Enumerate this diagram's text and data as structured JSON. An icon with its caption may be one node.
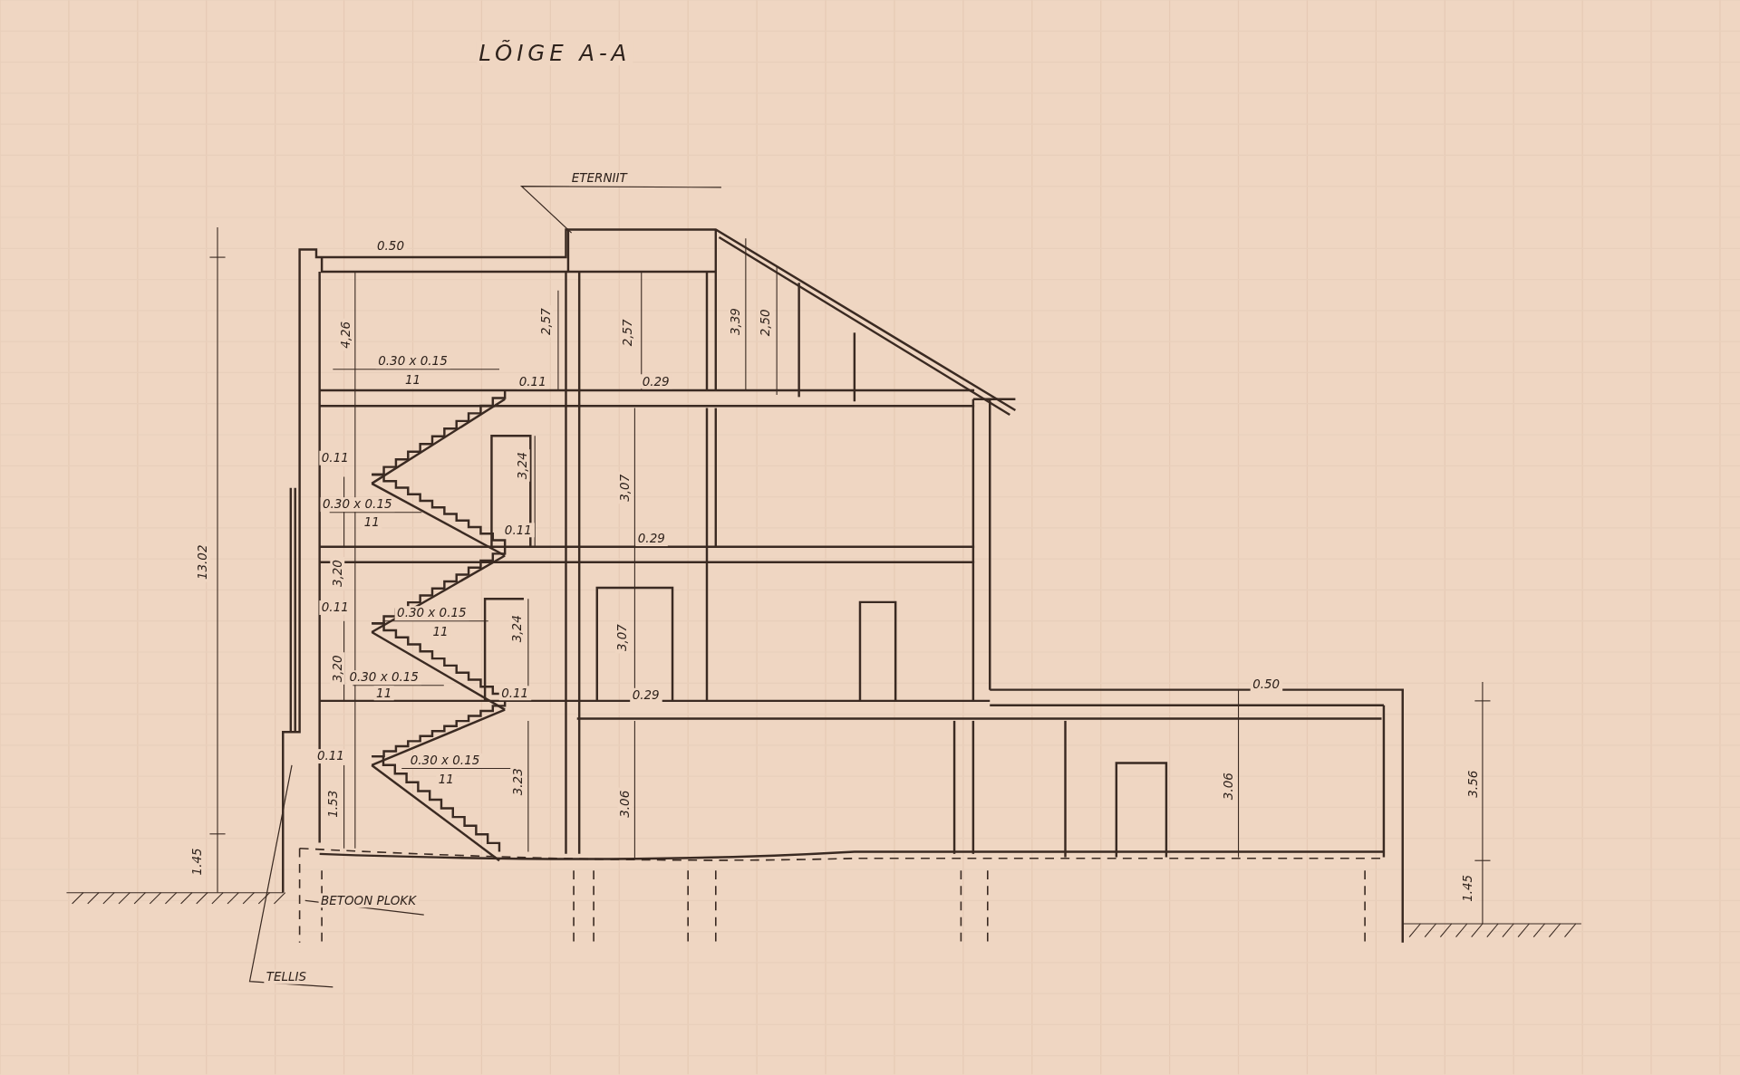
{
  "diagram": {
    "title": "LÕIGE A-A",
    "nodes": [
      {
        "text": [
          "ETERNIIT"
        ]
      },
      {
        "text": [
          "BETOON PLOKK"
        ]
      },
      {
        "text": [
          "TELLIS"
        ]
      }
    ],
    "edges": [
      {
        "from": 0,
        "to": null,
        "arrow": "none"
      },
      {
        "from": 1,
        "to": null,
        "arrow": "none"
      },
      {
        "from": 2,
        "to": null,
        "arrow": "none"
      }
    ],
    "labels": [
      "0.50",
      "4,26",
      "2,57",
      "2,57",
      "3,39",
      "2,50",
      "0.30 x 0.15",
      "11",
      "0.11",
      "0.29",
      "0.11",
      "3,24",
      "3,07",
      "0.30 x 0.15",
      "11",
      "0.11",
      "0.29",
      "3,20",
      "0.11",
      "0.30 x 0.15",
      "11",
      "3,24",
      "3,07",
      "3,20",
      "0.30 x 0.15",
      "11",
      "0.11",
      "0.29",
      "0.11",
      "0.30 x 0.15",
      "11",
      "1.53",
      "3.23",
      "3.06",
      "13.02",
      "1.45",
      "0.50",
      "3.06",
      "3.56",
      "1.45"
    ]
  }
}
